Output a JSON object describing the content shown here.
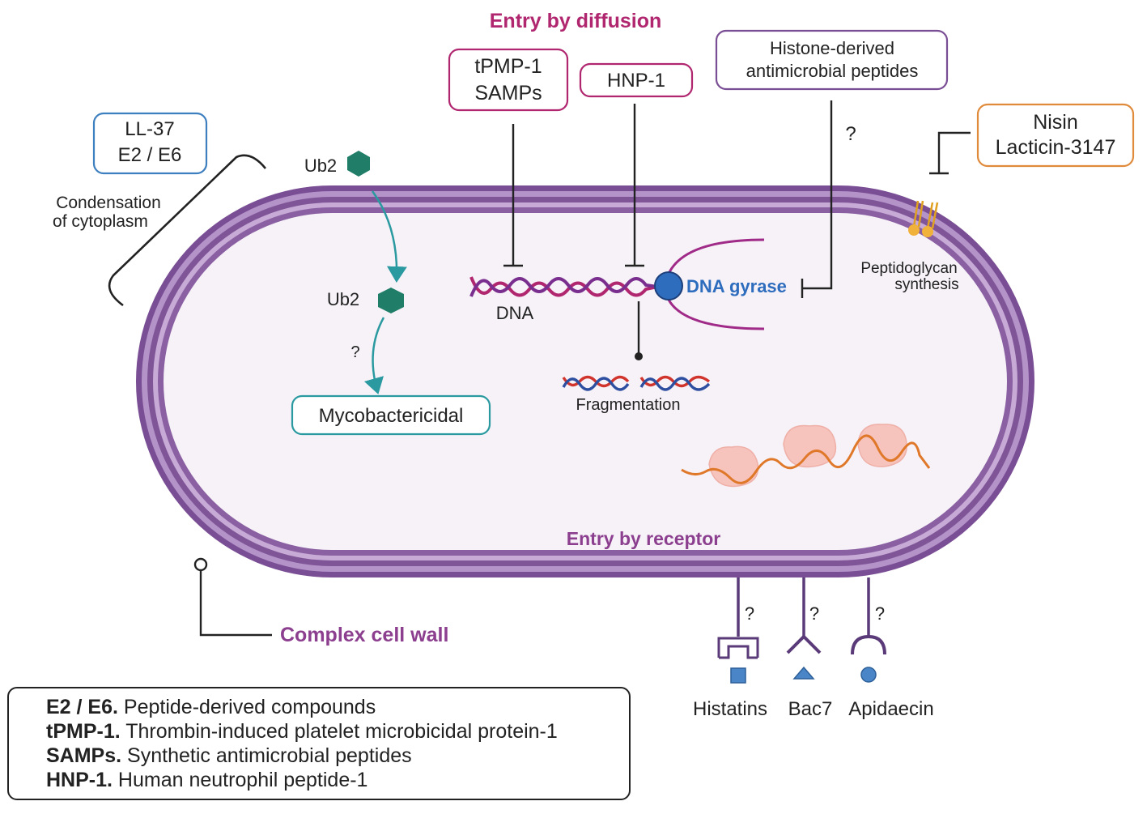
{
  "header": {
    "entry_diffusion": "Entry by diffusion",
    "entry_receptor": "Entry by receptor"
  },
  "boxes": {
    "ll37": [
      "LL-37",
      "E2 / E6"
    ],
    "tpmp": [
      "tPMP-1",
      "SAMPs"
    ],
    "hnp": "HNP-1",
    "histone": [
      "Histone-derived",
      "antimicrobial peptides"
    ],
    "nisin": [
      "Nisin",
      "Lacticin-3147"
    ],
    "myco": "Mycobactericidal"
  },
  "labels": {
    "condensation": [
      "Condensation",
      "of cytoplasm"
    ],
    "ub2": "Ub2",
    "question": "?",
    "dna": "DNA",
    "gyrase": "DNA gyrase",
    "fragmentation": "Fragmentation",
    "peptidoglycan": [
      "Peptidoglycan",
      "synthesis"
    ],
    "cell_wall": "Complex cell wall",
    "receptors": [
      "Histatins",
      "Bac7",
      "Apidaecin"
    ]
  },
  "legend": [
    {
      "abbr": "E2 / E6.",
      "text": "Peptide-derived compounds"
    },
    {
      "abbr": "tPMP-1.",
      "text": "Thrombin-induced platelet microbicidal protein-1"
    },
    {
      "abbr": "SAMPs.",
      "text": "Synthetic antimicrobial peptides"
    },
    {
      "abbr": "HNP-1.",
      "text": "Human neutrophil peptide-1"
    }
  ],
  "colors": {
    "membrane": "#7a4e94",
    "membrane_light": "#b493c9",
    "cytoplasm": "#f6f2f8",
    "magenta": "#b0266f",
    "purple_text": "#8c3f8f",
    "teal": "#2a9aa0",
    "ub2": "#1f7d68",
    "blue_box": "#3d7fbf",
    "orange_box": "#e08a3c",
    "gyrase": "#2e6dbd"
  }
}
